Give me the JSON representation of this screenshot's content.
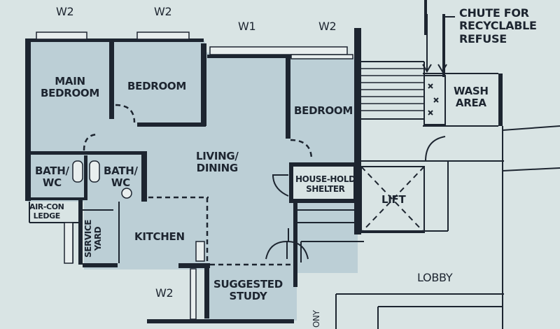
{
  "windows": {
    "w2_a": "W2",
    "w2_b": "W2",
    "w1": "W1",
    "w2_c": "W2",
    "w2_d": "W2"
  },
  "annotation": {
    "chute": "CHUTE FOR\nRECYCLABLE\nREFUSE"
  },
  "rooms": {
    "main_bedroom": "MAIN\nBEDROOM",
    "bedroom_1": "BEDROOM",
    "bedroom_2": "BEDROOM",
    "living_dining": "LIVING/\nDINING",
    "bath_wc_1": "BATH/\nWC",
    "bath_wc_2": "BATH/\nWC",
    "household_shelter": "HOUSE-HOLD\nSHELTER",
    "lift": "LIFT",
    "wash_area": "WASH\nAREA",
    "aircon_ledge": "AIR-CON\nLEDGE",
    "service_yard": "SERVICE\nYARD",
    "kitchen": "KITCHEN",
    "suggested_study": "SUGGESTED\nSTUDY",
    "lobby": "LOBBY",
    "balcony_partial": "ONY"
  }
}
